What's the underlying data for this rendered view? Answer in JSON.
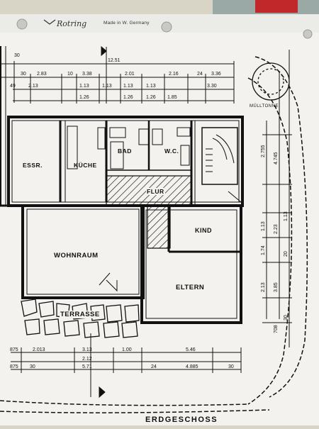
{
  "header": {
    "brand": "Rotring",
    "made_in": "Made in W. Germany"
  },
  "rooms": {
    "essr": "ESSR.",
    "kueche": "KÜCHE",
    "bad": "BAD",
    "wc": "W.C.",
    "flur": "FLUR",
    "kind": "KIND",
    "wohnraum": "WOHNRAUM",
    "eltern": "ELTERN",
    "terrasse": "TERRASSE"
  },
  "labels": {
    "muelltonne": "MÜLLTONNE",
    "floor_title": "ERDGESCHOSS"
  },
  "dims_top": {
    "total": "12.51",
    "a": "30",
    "b": "2.83",
    "c": "10",
    "d": "3.38",
    "e": "2.01",
    "f": "2.16",
    "g": "24",
    "h": "3.36",
    "r2a": "2.13",
    "r2b": "1.13",
    "r2c": "1.13",
    "r2d": "1.13",
    "r2e": "1.13",
    "r2f": "3.30",
    "r3a": "1.26",
    "r3b": "1.26",
    "r3c": "1.26",
    "r3d": "1.85",
    "left30": "30",
    "left49": "49"
  },
  "dims_bottom": {
    "a": "2.013",
    "b": "3.13",
    "c": "1.00",
    "d": "5.46",
    "e": "2.12",
    "f": "24",
    "g": "4.885",
    "h": "30",
    "i": "5.71",
    "j": "30",
    "k": "875",
    "l": "875"
  },
  "dims_right": {
    "a": "2.755",
    "b": "4.745",
    "c": "1.74",
    "d": "2.13",
    "e": "1.13",
    "f": "3.85",
    "g": "2.23",
    "h": "1.13",
    "i": "20",
    "j": "30",
    "k": "708"
  },
  "colors": {
    "paper": "#f3f2ee",
    "ink": "#111111",
    "table": "#d8d4c6"
  }
}
